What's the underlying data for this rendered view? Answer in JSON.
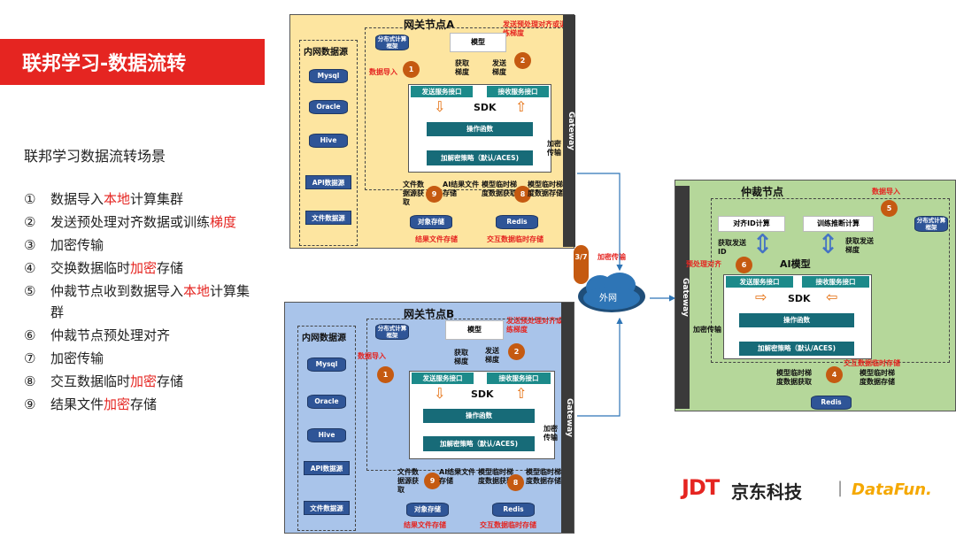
{
  "header": {
    "title": "联邦学习-数据流转"
  },
  "subtitle": "联邦学习数据流转场景",
  "steps": [
    {
      "num": "①",
      "pre": "数据导入",
      "hl": "本地",
      "post": "计算集群"
    },
    {
      "num": "②",
      "pre": "发送预处理对齐数据或训练",
      "hl": "梯度",
      "post": ""
    },
    {
      "num": "③",
      "pre": "加密传输",
      "hl": "",
      "post": ""
    },
    {
      "num": "④",
      "pre": "交换数据临时",
      "hl": "加密",
      "post": "存储"
    },
    {
      "num": "⑤",
      "pre": "仲裁节点收到数据导入",
      "hl": "本地",
      "post": "计算集群"
    },
    {
      "num": "⑥",
      "pre": "仲裁节点预处理对齐",
      "hl": "",
      "post": ""
    },
    {
      "num": "⑦",
      "pre": "加密传输",
      "hl": "",
      "post": ""
    },
    {
      "num": "⑧",
      "pre": "交互数据临时",
      "hl": "加密",
      "post": "存储"
    },
    {
      "num": "⑨",
      "pre": "结果文件",
      "hl": "加密",
      "post": "存储"
    }
  ],
  "gw_a": {
    "title": "网关节点A",
    "src_title": "内网数据源",
    "sources": [
      "Mysql",
      "Oracle",
      "Hive"
    ],
    "boxes": [
      "API数据源",
      "文件数据源"
    ],
    "dist": "分布式计算框架",
    "model": "模型",
    "send_iface": "发送服务接口",
    "recv_iface": "接收服务接口",
    "sdk": "SDK",
    "op": "操作函数",
    "enc": "加解密策略（默认/ACES)",
    "gateway": "Gateway",
    "lbl_import": "数据导入",
    "lbl_get_grad": "获取梯度",
    "lbl_send_grad": "发送梯度",
    "lbl_send_pre": "发送预处理对齐或训练梯度",
    "lbl_enc_trans": "加密传输",
    "lbl_file": "文件数据源获取",
    "lbl_ai": "AI结果文件存储",
    "lbl_model_get": "模型临时梯度数据获取",
    "lbl_model_store": "模型临时梯度数据存储",
    "obj": "对象存储",
    "redis": "Redis",
    "lbl_result": "结果文件存储",
    "lbl_exchange": "交互数据临时存储",
    "c1": "1",
    "c2": "2",
    "c8": "8",
    "c9": "9"
  },
  "gw_b": {
    "title": "网关节点B",
    "src_title": "内网数据源",
    "sources": [
      "Mysql",
      "Oracle",
      "Hive"
    ],
    "boxes": [
      "API数据源",
      "文件数据源"
    ],
    "dist": "分布式计算框架",
    "model": "模型",
    "send_iface": "发送服务接口",
    "recv_iface": "接收服务接口",
    "sdk": "SDK",
    "op": "操作函数",
    "enc": "加解密策略（默认/ACES)",
    "gateway": "Gateway",
    "lbl_import": "数据导入",
    "lbl_get_grad": "获取梯度",
    "lbl_send_grad": "发送梯度",
    "lbl_send_pre": "发送预处理对齐或训练梯度",
    "lbl_enc_trans": "加密传输",
    "lbl_file": "文件数据源获取",
    "lbl_ai": "AI结果文件存储",
    "lbl_model_get": "模型临时梯度数据获取",
    "lbl_model_store": "模型临时梯度数据存储",
    "obj": "对象存储",
    "redis": "Redis",
    "lbl_result": "结果文件存储",
    "lbl_exchange": "交互数据临时存储",
    "c1": "1",
    "c2": "2",
    "c8": "8",
    "c9": "9"
  },
  "arb": {
    "title": "仲裁节点",
    "lbl_import": "数据导入",
    "dist": "分布式计算框架",
    "align": "对齐ID计算",
    "train": "训练推断计算",
    "lbl_get_id": "获取发送ID",
    "lbl_get_grad": "获取发送梯度",
    "ai_model": "AI模型",
    "lbl_pre": "预处理对齐",
    "send_iface": "发送服务接口",
    "recv_iface": "接收服务接口",
    "sdk": "SDK",
    "op": "操作函数",
    "enc": "加解密策略（默认/ACES)",
    "lbl_enc_trans": "加密传输",
    "lbl_exchange": "交互数据临时存储",
    "lbl_model_get": "模型临时梯度数据获取",
    "lbl_model_store": "模型临时梯度数据存储",
    "redis": "Redis",
    "gateway": "Gateway",
    "c4": "4",
    "c5": "5",
    "c6": "6"
  },
  "cloud": {
    "label": "外网",
    "lbl_enc": "加密传输",
    "c37": "3/7"
  },
  "logo": {
    "jdt": "JDT",
    "jd": "京东科技",
    "sep": "|",
    "df": "DataFun."
  },
  "colors": {
    "red": "#e52521",
    "yellow": "#fde5a0",
    "blue": "#a9c4ea",
    "green": "#b5d79a",
    "teal": "#1c8a8a",
    "navy": "#2f5597"
  }
}
